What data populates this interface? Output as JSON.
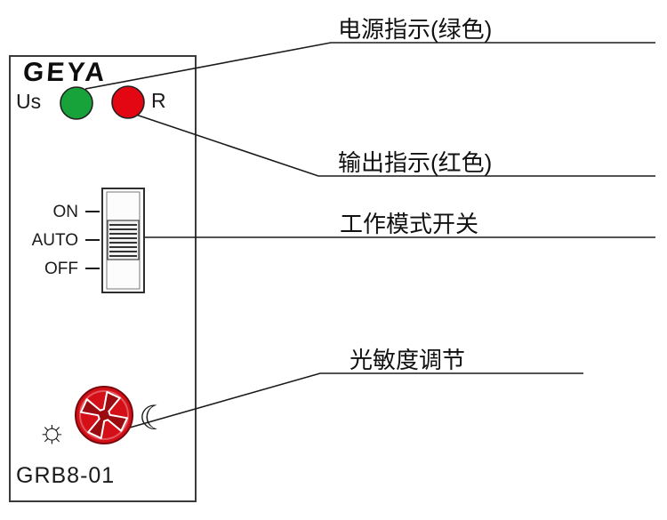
{
  "diagram": {
    "brand": "GEYA",
    "model": "GRB8-01",
    "panel": {
      "power_led_label": "Us",
      "output_led_label": "R",
      "switch_positions": [
        "ON",
        "AUTO",
        "OFF"
      ]
    },
    "callouts": {
      "power": "电源指示(绿色)",
      "output": "输出指示(红色)",
      "mode_switch": "工作模式开关",
      "sensitivity": "光敏度调节"
    },
    "icons": {
      "sun": "☼",
      "moon": "☾"
    },
    "colors": {
      "led_green": "#18a23a",
      "led_red": "#e30613",
      "knob_red": "#d40f18",
      "knob_cross": "#9b0b10",
      "line": "#1a1a1a"
    }
  }
}
